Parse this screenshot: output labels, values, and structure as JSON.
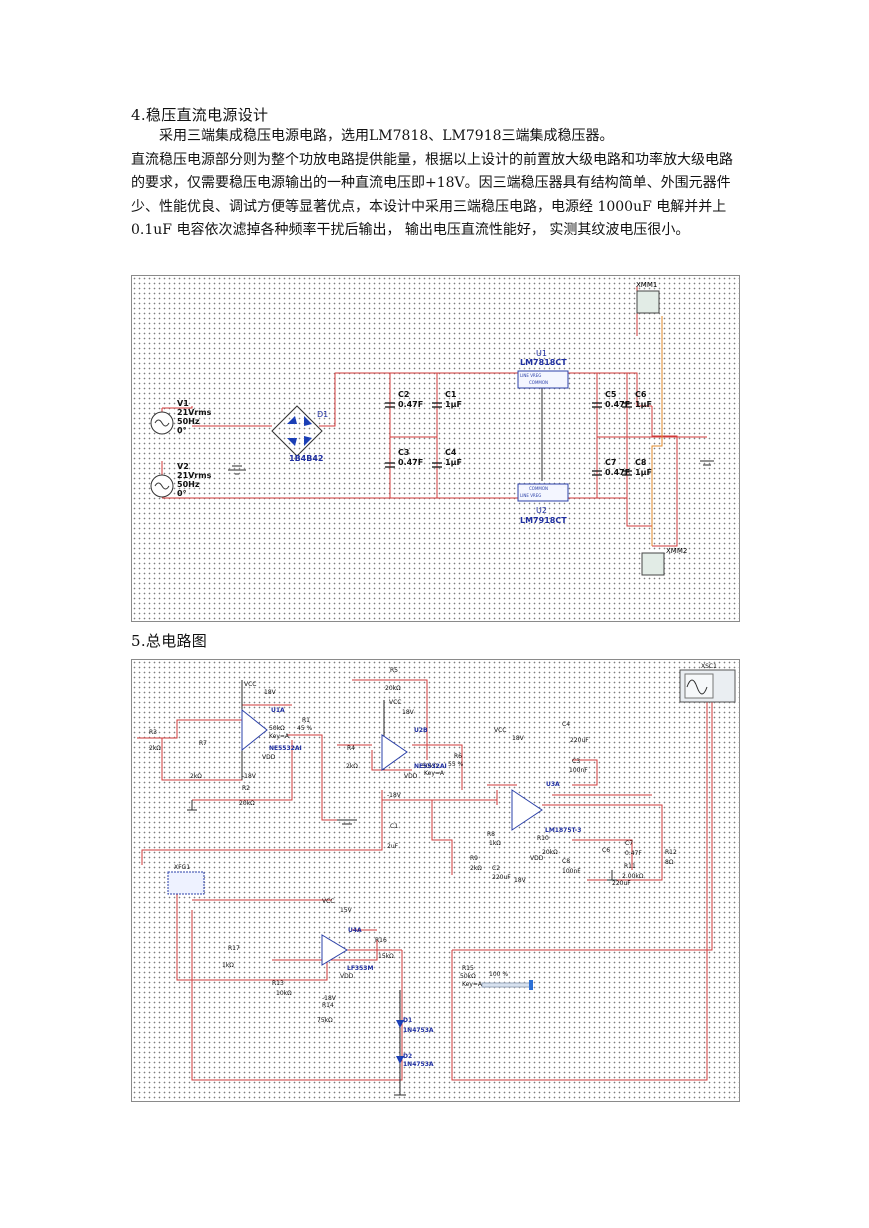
{
  "doc": {
    "section4_title": "4.稳压直流电源设计",
    "section4_intro": "采用三端集成稳压电源电路，选用LM7818、LM7918三端集成稳压器。",
    "section4_body": "直流稳压电源部分则为整个功放电路提供能量，根据以上设计的前置放大级电路和功率放大级电路的要求，仅需要稳压电源输出的一种直流电压即+18V。因三端稳压器具有结构简单、外围元器件少、性能优良、调试方便等显著优点，本设计中采用三端稳压电路，电源经 1000uF 电解并并上 0.1uF 电容依次滤掉各种频率干扰后输出， 输出电压直流性能好， 实测其纹波电压很小。",
    "section5_title": "5.总电路图"
  },
  "psu": {
    "xmm1": "XMM1",
    "xmm2": "XMM2",
    "u1": "U1",
    "u1_part": "LM7818CT",
    "u2": "U2",
    "u2_part": "LM7918CT",
    "u1_pins": "LINE   VREG",
    "u1_common": "COMMON",
    "u2_pins": "LINE   VREG",
    "u2_common": "COMMON",
    "v1": "V1",
    "v1_amp": "21Vrms",
    "v1_freq": "50Hz",
    "v1_phase": "0°",
    "v2": "V2",
    "v2_amp": "21Vrms",
    "v2_freq": "50Hz",
    "v2_phase": "0°",
    "d1": "D1",
    "d1_part": "1B4B42",
    "c2": "C2",
    "c2_val": "0.47F",
    "c3": "C3",
    "c3_val": "0.47F",
    "c1": "C1",
    "c1_val": "1µF",
    "c4": "C4",
    "c4_val": "1µF",
    "c5": "C5",
    "c5_val": "0.47F",
    "c6": "C6",
    "c6_val": "1µF",
    "c7": "C7",
    "c7_val": "0.47F",
    "c8": "C8",
    "c8_val": "1µF"
  },
  "full": {
    "xsc1": "XSC1",
    "vcc1": "VCC",
    "v18a": "18V",
    "u1a": "U1A",
    "r5k": "50kΩ",
    "key_a1": "Key=A",
    "u1a_part": "NE5532AI",
    "vdd1": "VDD",
    "m18a": "-18V",
    "r3": "R3",
    "r3_val": "2kΩ",
    "r7": "R7",
    "r7_val": "2kΩ",
    "r2": "R2",
    "r2_val": "20kΩ",
    "r1": "R1",
    "r1_pct": "45 %",
    "r5": "R5",
    "r5_val": "20kΩ",
    "vcc2": "VCC",
    "v18b": "18V",
    "u2b": "U2B",
    "u2b_part": "NE5532AI",
    "r4": "R4",
    "r4_val": "2kΩ",
    "vdd2": "VDD",
    "r6k": "50kΩ",
    "r6": "R6",
    "r6_pct": "55 %",
    "key_a2": "Key=A",
    "m18b": "-18V",
    "vcc3": "VCC",
    "v18c": "18V",
    "c4f": "C4",
    "c4f_val": "220uF",
    "c3f": "C3",
    "c3f_val": "100nF",
    "u3a": "U3A",
    "u3a_part": "LM1875T-3",
    "r8": "R8",
    "r8_val": "1kΩ",
    "r10": "R10",
    "r10_val": "20kΩ",
    "vdd3": "VDD",
    "c1f": "C1",
    "c1f_val": "2uF",
    "r9": "R9",
    "r9_val": "2kΩ",
    "c2f": "C2",
    "c2f_val": "220uF",
    "m18c": "18V",
    "c8f": "C8",
    "c8f_val": "100nF",
    "c6f": "C6",
    "c6f_val": "220uF",
    "c7f": "C7",
    "c7f_val": "0.47F",
    "r11": "R11",
    "r11_val": "2.00kΩ",
    "r12": "R12",
    "r12_val": "8Ω",
    "xfg1": "XFG1",
    "vcc4": "VCC",
    "v15": "15V",
    "u4a": "U4A",
    "u4a_part": "LF353M",
    "r16": "R16",
    "r16_val": "15kΩ",
    "r17": "R17",
    "r17_val": "1kΩ",
    "r13": "R13",
    "r13_val": "10kΩ",
    "m18d": "-18V",
    "vdd4": "VDD",
    "r14": "R14",
    "r14_val": "75kΩ",
    "r15": "R15",
    "r15_val": "50kΩ",
    "r15_pct": "100 %",
    "key_a3": "Key=A",
    "d1": "D1",
    "d1_part": "1N4753A",
    "d2": "D2",
    "d2_part": "1N4753A"
  }
}
